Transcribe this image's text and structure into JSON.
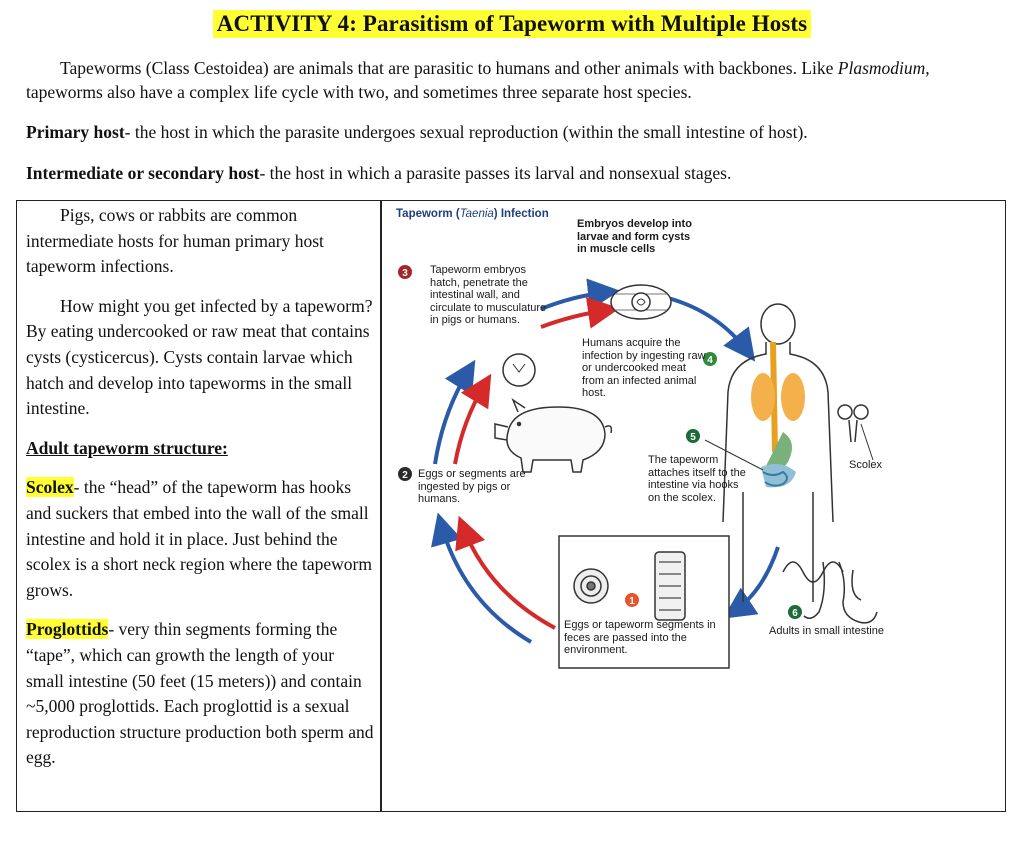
{
  "title": "ACTIVITY 4: Parasitism of Tapeworm with Multiple Hosts",
  "intro": {
    "part1": "Tapeworms (Class Cestoidea) are animals that are parasitic to humans and other animals with backbones. Like ",
    "italic": "Plasmodium,",
    "part2": " tapeworms also have a complex life cycle with two, and sometimes three separate host species."
  },
  "primary_host": {
    "term": "Primary host",
    "definition": "- the host in which the parasite undergoes sexual reproduction (within the small intestine of host)."
  },
  "intermediate_host": {
    "term": "Intermediate or secondary host",
    "definition": "- the host in which a parasite passes its larval and nonsexual stages."
  },
  "left_column": {
    "para1": "Pigs, cows or rabbits are common intermediate hosts for human primary host tapeworm infections.",
    "para2": "How might you get infected by a tapeworm? By eating undercooked or raw meat that contains cysts (cysticercus). Cysts contain larvae which hatch and develop into tapeworms in the small intestine.",
    "structure_heading": "Adult tapeworm structure:",
    "scolex_term": "Scolex",
    "scolex_text": "- the “head” of the tapeworm has hooks and suckers that embed into the wall of the small intestine and hold it in place. Just behind the scolex is a short neck region where the tapeworm grows.",
    "proglottids_term": "Proglottids",
    "proglottids_text": "- very thin segments forming the “tape”, which can growth the length of your small intestine (50 feet (15 meters)) and contain ~5,000 proglottids. Each proglottid is a sexual reproduction structure production both sperm and egg."
  },
  "diagram": {
    "title_prefix": "Tapeworm (",
    "title_italic": "Taenia",
    "title_suffix": ") Infection",
    "steps": [
      {
        "num": "1",
        "color": "#e8542a",
        "text": "Eggs or tapeworm segments in feces are passed into the environment."
      },
      {
        "num": "2",
        "color": "#2b2b2b",
        "text": "Eggs or segments are ingested by pigs or humans."
      },
      {
        "num": "3",
        "color": "#a3262a",
        "text": "Tapeworm embryos hatch, penetrate the intestinal wall, and circulate to musculature in pigs or humans."
      },
      {
        "num": "4",
        "color": "#2e8b3a",
        "text": "Humans acquire the infection by ingesting raw or undercooked meat from an infected animal host."
      },
      {
        "num": "5",
        "color": "#1e6b3a",
        "text": "The tapeworm attaches itself to the intestine via hooks on the scolex."
      },
      {
        "num": "6",
        "color": "#1e6b3a",
        "text": "Adults in small intestine"
      }
    ],
    "embryos_label": "Embryos develop into larvae and form cysts in muscle cells",
    "scolex_label": "Scolex",
    "colors": {
      "blue": "#2a5aa8",
      "red": "#d42a2a",
      "title": "#1e3f7a"
    }
  }
}
